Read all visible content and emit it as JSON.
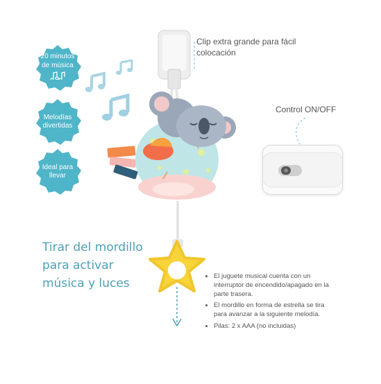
{
  "badges": [
    {
      "text": "20 minutos de música",
      "icon": "music-notes-icon"
    },
    {
      "text": "Melodías divertidas"
    },
    {
      "text": "Ideal para llevar"
    }
  ],
  "clip_caption": "Clip extra grande para fácil colocación",
  "control_caption": "Control ON/OFF",
  "headline": {
    "line1": "Tirar del mordillo",
    "line2": "para activar",
    "line3": "música y luces"
  },
  "bullets": [
    "El juguete musical cuenta con un interruptor de encendido/apagado en la parte trasera.",
    "El mordillo en forma de estrella se tira para avanzar a la siguiente melodía.",
    "Pilas: 2 x AAA (no incluidas)"
  ],
  "colors": {
    "badge_teal": "#4fb5c9",
    "headline_blue": "#4e9fb6",
    "star_yellow": "#f7d43a",
    "koala_gray": "#9aa7b8"
  }
}
